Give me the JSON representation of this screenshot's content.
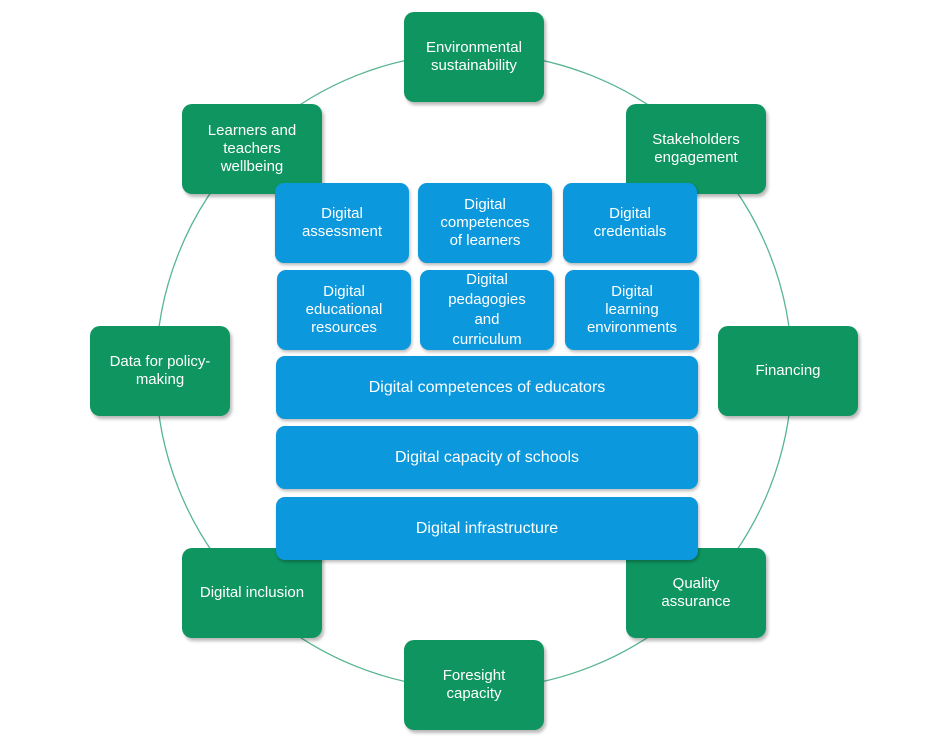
{
  "colors": {
    "outer_box": "#0f9560",
    "inner_box": "#0b98dc",
    "ring": "#0f9560",
    "text": "#ffffff"
  },
  "outer": {
    "environmental_sustainability": "Environmental\nsustainability",
    "stakeholders_engagement": "Stakeholders\nengagement",
    "financing": "Financing",
    "quality_assurance": "Quality\nassurance",
    "foresight_capacity": "Foresight\ncapacity",
    "digital_inclusion": "Digital inclusion",
    "data_for_policy_making": "Data for policy-\nmaking",
    "learners_teachers_wellbeing": "Learners and\nteachers\nwellbeing"
  },
  "inner": {
    "digital_assessment": "Digital\nassessment",
    "digital_competences_of_learners": "Digital\ncompetences\nof learners",
    "digital_credentials": "Digital\ncredentials",
    "digital_educational_resources": "Digital\neducational\nresources",
    "digital_pedagogies_and_curriculum": "Digital\npedagogies\nand\ncurriculum",
    "digital_learning_environments": "Digital\nlearning\nenvironments",
    "digital_competences_of_educators": "Digital competences of educators",
    "digital_capacity_of_schools": "Digital capacity of schools",
    "digital_infrastructure": "Digital infrastructure"
  }
}
